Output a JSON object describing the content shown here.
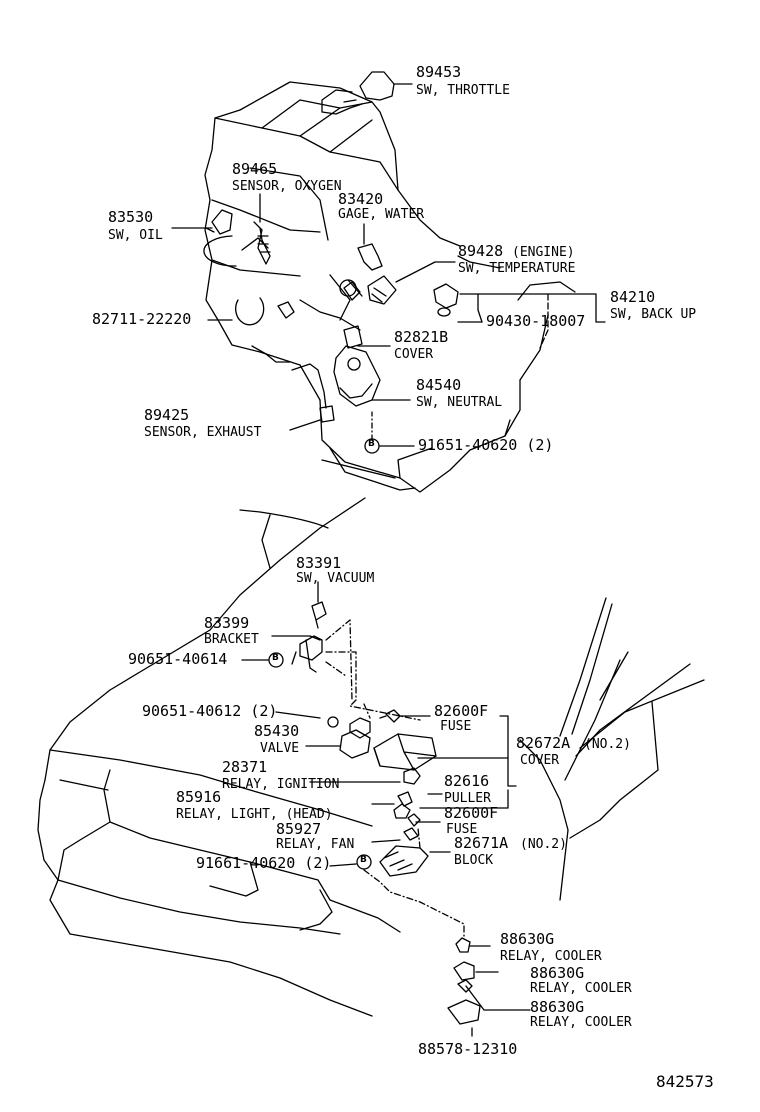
{
  "parts": {
    "p89453": {
      "number": "89453",
      "name": "SW, THROTTLE"
    },
    "p89465": {
      "number": "89465",
      "name": "SENSOR, OXYGEN"
    },
    "p83530": {
      "number": "83530",
      "name": "SW, OIL"
    },
    "p83420": {
      "number": "83420",
      "name": "GAGE, WATER"
    },
    "p89428": {
      "number": "89428",
      "suffix": "(ENGINE)",
      "name": "SW, TEMPERATURE"
    },
    "p84210": {
      "number": "84210",
      "name": "SW, BACK UP"
    },
    "p82711": {
      "number": "82711-22220"
    },
    "p90430": {
      "number": "90430-18007"
    },
    "p82821": {
      "number": "82821B",
      "name": "COVER"
    },
    "p84540": {
      "number": "84540",
      "name": "SW, NEUTRAL"
    },
    "p89425": {
      "number": "89425",
      "name": "SENSOR, EXHAUST"
    },
    "p91651": {
      "number": "91651-40620 (2)"
    },
    "p83391": {
      "number": "83391",
      "name": "SW, VACUUM"
    },
    "p83399": {
      "number": "83399",
      "name": "BRACKET"
    },
    "p90651a": {
      "number": "90651-40614"
    },
    "p90651b": {
      "number": "90651-40612 (2)"
    },
    "p82600a": {
      "number": "82600F",
      "name": "FUSE"
    },
    "p85430": {
      "number": "85430",
      "name": "VALVE"
    },
    "p82672": {
      "number": "82672A",
      "suffix": "(NO.2)",
      "name": "COVER"
    },
    "p28371": {
      "number": "28371",
      "name": "RELAY, IGNITION"
    },
    "p82616": {
      "number": "82616",
      "name": "PULLER"
    },
    "p85916": {
      "number": "85916",
      "name": "RELAY, LIGHT, (HEAD)"
    },
    "p82600b": {
      "number": "82600F",
      "name": "FUSE"
    },
    "p85927": {
      "number": "85927",
      "name": "RELAY, FAN"
    },
    "p82671": {
      "number": "82671A",
      "suffix": "(NO.2)",
      "name": "BLOCK"
    },
    "p91661": {
      "number": "91661-40620 (2)"
    },
    "p88630a": {
      "number": "88630G",
      "name": "RELAY, COOLER"
    },
    "p88630b": {
      "number": "88630G",
      "name": "RELAY, COOLER"
    },
    "p88630c": {
      "number": "88630G",
      "name": "RELAY, COOLER"
    },
    "p88578": {
      "number": "88578-12310"
    }
  },
  "markers": {
    "bolt": "B"
  },
  "figure_ref": "842573"
}
